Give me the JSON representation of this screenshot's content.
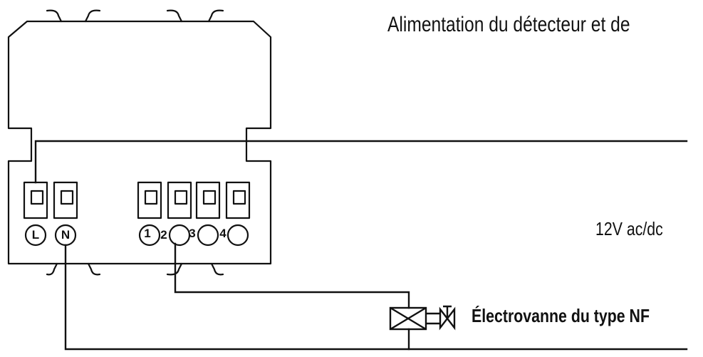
{
  "captions": {
    "supply": "Alimentation du détecteur et de",
    "voltage": "12V ac/dc",
    "valve": "Électrovanne du type NF"
  },
  "terminals": {
    "L": "L",
    "N": "N",
    "t1": "1",
    "t2": "2",
    "t3": "3",
    "t4": "4"
  },
  "icons": {
    "valve": "solenoid-valve-icon",
    "clips": "mounting-clip-icon"
  },
  "colors": {
    "line": "#111111",
    "background": "#ffffff"
  }
}
